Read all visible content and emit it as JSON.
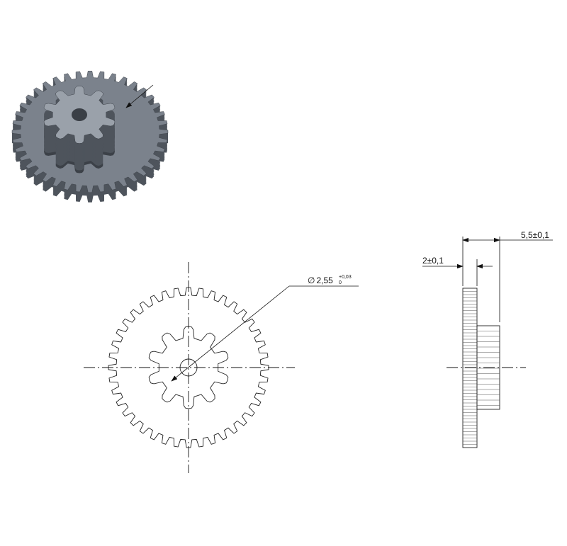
{
  "colors": {
    "line": "#111111",
    "gear_face": "#7b828c",
    "gear_side": "#4e545c",
    "gear_highlight": "#9aa1aa",
    "background": "#ffffff"
  },
  "gear": {
    "large_teeth": 40,
    "pinion_teeth": 10
  },
  "dimensions": {
    "bore_diameter": {
      "symbol": "∅",
      "value": "2,55",
      "tol_upper": "+0,03",
      "tol_lower": "0"
    },
    "gear_width": "2±0,1",
    "total_width": "5,5±0,1"
  }
}
